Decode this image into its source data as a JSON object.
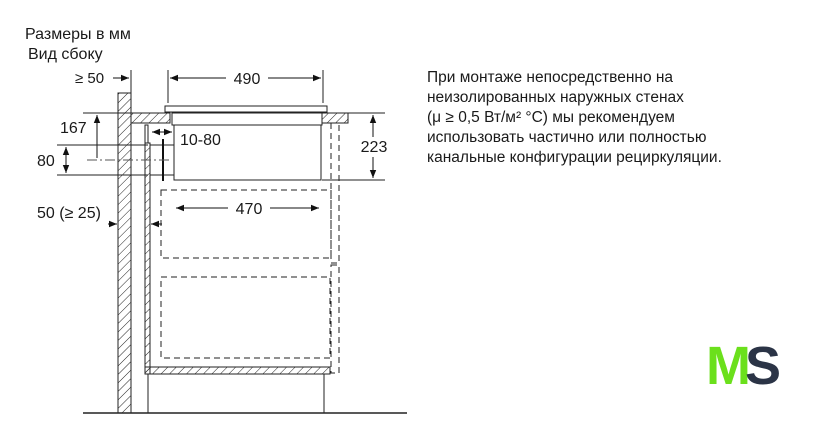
{
  "header": {
    "title": "Размеры в мм",
    "subtitle": "Вид сбоку"
  },
  "dimensions": {
    "wall_gap": "≥ 50",
    "hob_width": "490",
    "height_to_duct": "167",
    "duct_height": "80",
    "duct_offset": "10-80",
    "hob_depth": "223",
    "cutout_width": "470",
    "back_gap": "50 (≥ 25)"
  },
  "note": {
    "lines": [
      "При монтаже непосредственно на",
      "неизолированных наружных стенах",
      "(μ ≥ 0,5 Вт/м² °C) мы рекомендуем",
      "использовать частично или полностью",
      "канальные конфигурации рециркуляции."
    ]
  },
  "logo": {
    "text_m": "M",
    "text_s": "S",
    "color_m": "#6be01c",
    "color_s": "#2b3446"
  }
}
